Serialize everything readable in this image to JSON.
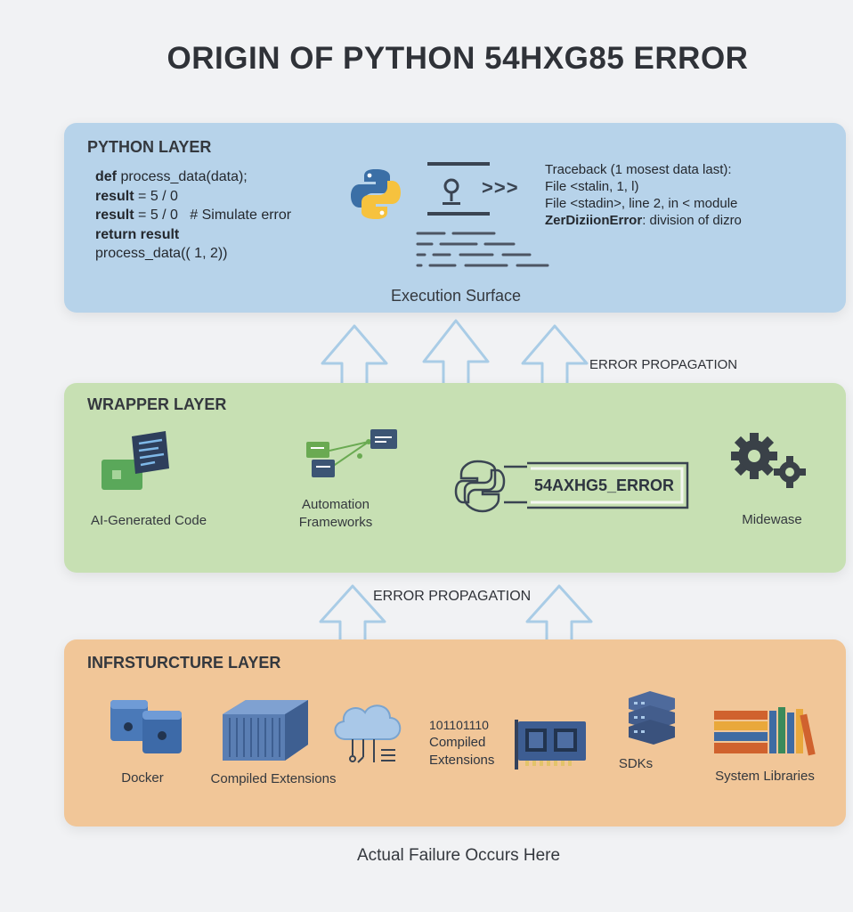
{
  "title": "ORIGIN OF PYTHON 54HXG85 ERROR",
  "python_layer": {
    "heading": "PYTHON LAYER",
    "code_lines": [
      {
        "kw": "def",
        "rest": " process_data(data);"
      },
      {
        "kw": "result",
        "rest": " = 5 / 0"
      },
      {
        "kw": "result",
        "rest": " = 5 / 0   # Simulate error"
      },
      {
        "kw": "return",
        "rest": " result",
        "kw2": true
      },
      {
        "kw": "",
        "rest": "process_data((  1, 2))"
      }
    ],
    "traceback_lines": [
      {
        "bold": "",
        "text": "Traceback (1 mosest data last):"
      },
      {
        "bold": "",
        "text": "File <stalin, 1, l)"
      },
      {
        "bold": "",
        "text": "File <stadin>, line 2, in < module"
      },
      {
        "bold": "ZerDiziionError",
        "text": ": division of dizro"
      }
    ],
    "prompt_symbol": ">>>",
    "caption": "Execution Surface"
  },
  "propagation_label_top": "ERROR PROPAGATION",
  "wrapper_layer": {
    "heading": "WRAPPER LAYER",
    "items": {
      "ai_code": "AI-Generated Code",
      "automation_line1": "Automation",
      "automation_line2": "Frameworks",
      "error_code": "54AXHG5_ERROR",
      "middleware": "Midewase"
    }
  },
  "propagation_label_bottom": "ERROR PROPAGATION",
  "infra_layer": {
    "heading": "INFRSTURCTURE LAYER",
    "items": {
      "docker": "Docker",
      "compiled_extensions": "Compiled Extensions",
      "binary_text": "101101110",
      "compiled_line1": "Compiled",
      "compiled_line2": "Extensions",
      "sdks": "SDKs",
      "system_libraries": "System Libraries"
    }
  },
  "footer": "Actual Failure Occurs Here",
  "colors": {
    "python_bg": "#b7d3ea",
    "wrapper_bg": "#c7e0b3",
    "infra_bg": "#f1c698",
    "arrow": "#a9cce6"
  }
}
